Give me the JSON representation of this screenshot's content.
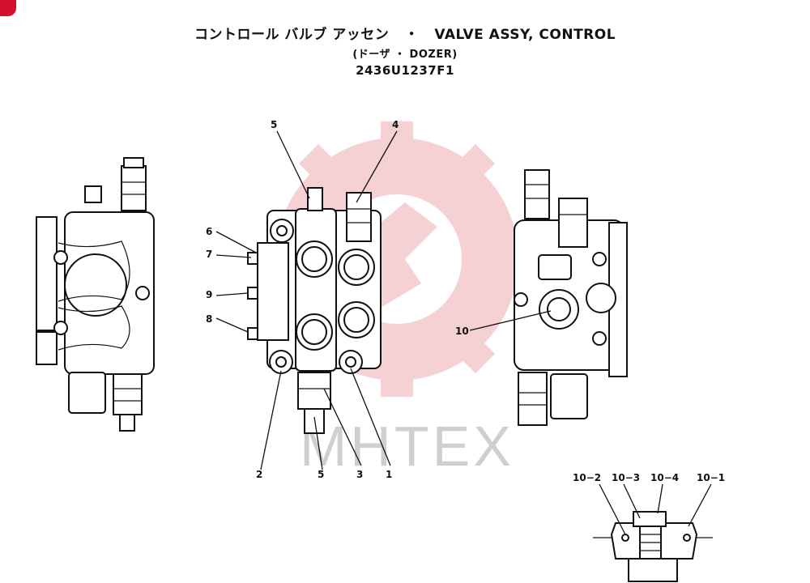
{
  "title": {
    "jp": "コントロール バルブ アッセン",
    "sep": "・",
    "en": "VALVE ASSY, CONTROL",
    "sub": "(ドーザ ・ DOZER)",
    "code": "2436U1237F1"
  },
  "watermark": {
    "text": "MHTEX",
    "color": "#cfcfcf",
    "logo_color": "#f4c9cd"
  },
  "labels": {
    "c1": "1",
    "c2": "2",
    "c3": "3",
    "c4": "4",
    "c5_top": "5",
    "c5_bottom": "5",
    "c6": "6",
    "c7": "7",
    "c8": "8",
    "c9": "9",
    "c10": "10",
    "c10_1": "10−1",
    "c10_2": "10−2",
    "c10_3": "10−3",
    "c10_4": "10−4"
  }
}
